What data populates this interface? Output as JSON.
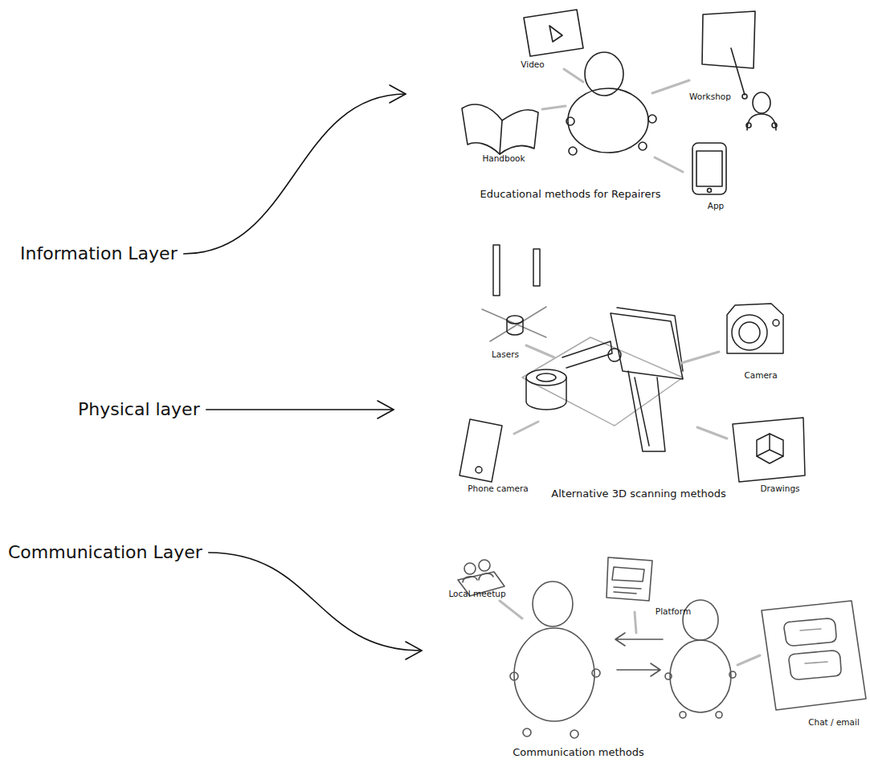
{
  "diagram": {
    "nodes": [
      {
        "text": [
          "Information Layer"
        ]
      },
      {
        "text": [
          "Educational methods for Repairers"
        ]
      },
      {
        "text": [
          "Physical layer"
        ]
      },
      {
        "text": [
          "Alternative 3D scanning methods"
        ]
      },
      {
        "text": [
          "Communication Layer"
        ]
      },
      {
        "text": [
          "Communication methods"
        ]
      }
    ],
    "edges": [
      {
        "from": 0,
        "to": 1,
        "arrow": "to"
      },
      {
        "from": 2,
        "to": 3,
        "arrow": "to"
      },
      {
        "from": 4,
        "to": 5,
        "arrow": "to"
      }
    ],
    "labels": [
      "Video",
      "Handbook",
      "Workshop",
      "App",
      "Lasers",
      "Camera",
      "Phone camera",
      "Drawings",
      "Local meetup",
      "Platform",
      "Chat / email"
    ]
  }
}
